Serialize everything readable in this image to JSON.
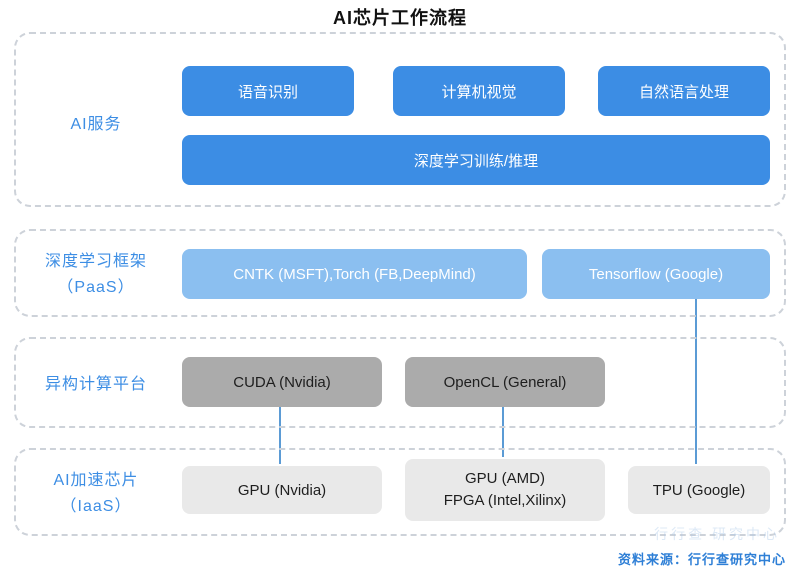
{
  "title": "AI芯片工作流程",
  "layer1": {
    "label": "AI服务",
    "box1": "语音识别",
    "box2": "计算机视觉",
    "box3": "自然语言处理",
    "box4": "深度学习训练/推理"
  },
  "layer2": {
    "label_line1": "深度学习框架",
    "label_line2": "（PaaS）",
    "box1": "CNTK (MSFT),Torch (FB,DeepMind)",
    "box2": "Tensorflow (Google)"
  },
  "layer3": {
    "label": "异构计算平台",
    "box1": "CUDA (Nvidia)",
    "box2": "OpenCL (General)"
  },
  "layer4": {
    "label_line1": "AI加速芯片",
    "label_line2": "（IaaS）",
    "box1": "GPU (Nvidia)",
    "box2_line1": "GPU (AMD)",
    "box2_line2": "FPGA (Intel,Xilinx)",
    "box3": "TPU (Google)"
  },
  "source": "资料来源：行行查研究中心",
  "watermark": "行行查 研究中心",
  "colors": {
    "primary_blue": "#3C8DE4",
    "light_blue": "#8BBFF0",
    "gray": "#ABABAB",
    "light_gray": "#E9E9E9",
    "connector_blue": "#5B9BD5",
    "label_blue": "#3D8EE4",
    "source_blue": "#2E7FD6",
    "dashed_border": "#CDD2D9"
  }
}
